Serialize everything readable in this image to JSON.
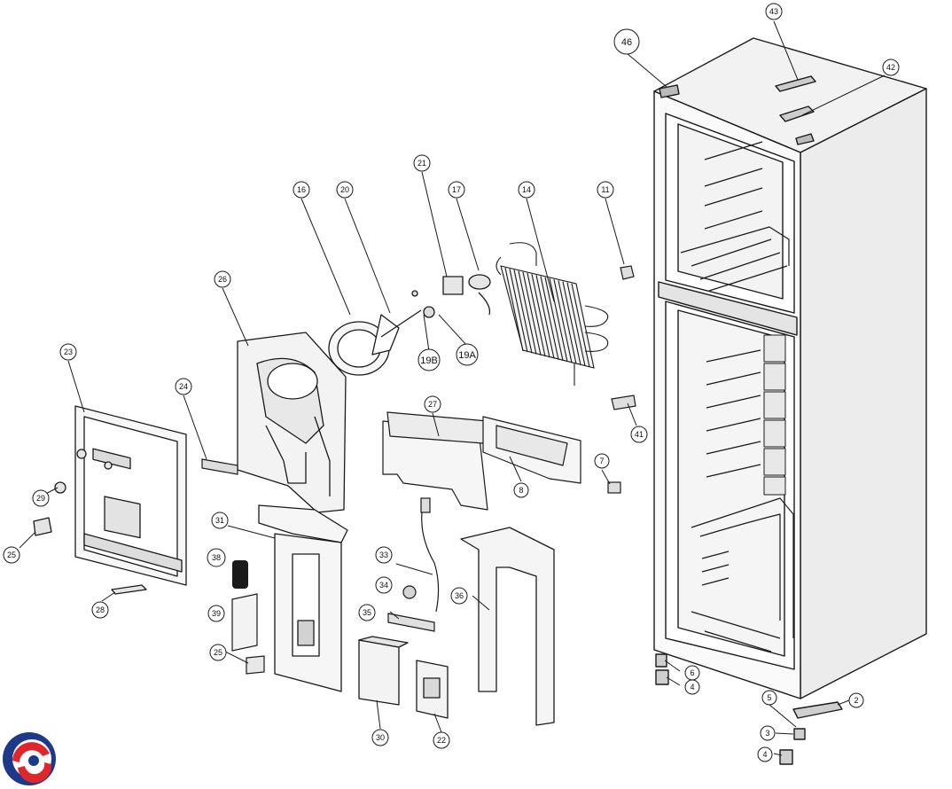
{
  "diagram": {
    "labels": {
      "p2": "2",
      "p3": "3",
      "p4a": "4",
      "p4b": "4",
      "p5": "5",
      "p6": "6",
      "p7": "7",
      "p8": "8",
      "p11": "11",
      "p14": "14",
      "p16": "16",
      "p17": "17",
      "p19a": "19A",
      "p19b": "19B",
      "p20": "20",
      "p21": "21",
      "p22": "22",
      "p23": "23",
      "p24": "24",
      "p25a": "25",
      "p25b": "25",
      "p26": "26",
      "p27": "27",
      "p28": "28",
      "p29": "29",
      "p30": "30",
      "p31": "31",
      "p33": "33",
      "p34": "34",
      "p35": "35",
      "p36": "36",
      "p38": "38",
      "p39": "39",
      "p41": "41",
      "p42": "42",
      "p43": "43",
      "p46": "46"
    },
    "colors": {
      "line": "#1a1a1a",
      "fill": "#f4f4f4",
      "shade": "#d8d8d8",
      "logo_red": "#e0262d",
      "logo_blue": "#1d3a8a"
    }
  }
}
